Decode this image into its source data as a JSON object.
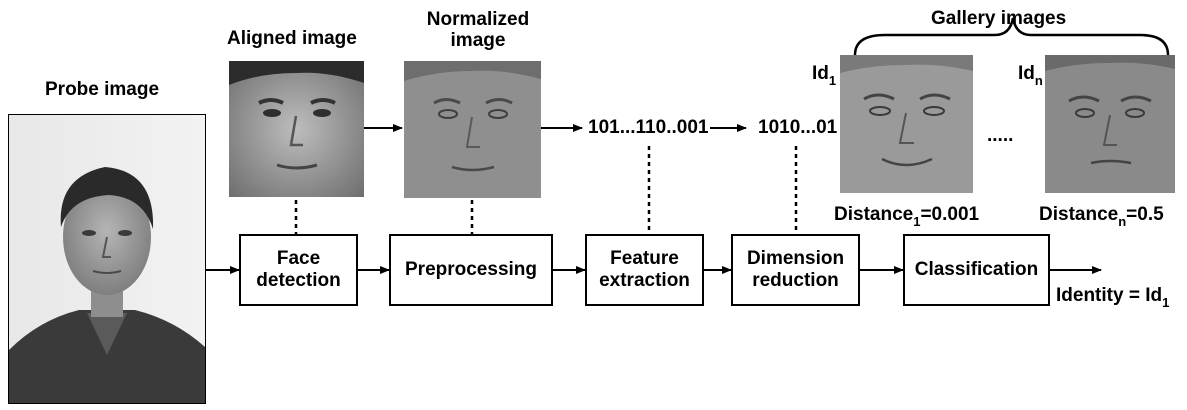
{
  "labels": {
    "probe": "Probe image",
    "aligned": "Aligned image",
    "normalized": "Normalized image",
    "gallery": "Gallery images",
    "code1": "101...110..001",
    "code2": "1010...01",
    "dots": ".....",
    "id1_base": "Id",
    "id1_sub": "1",
    "idn_base": "Id",
    "idn_sub": "n",
    "dist1_base": "Distance",
    "dist1_sub": "1",
    "dist1_value": "=0.001",
    "distn_base": "Distance",
    "distn_sub": "n",
    "distn_value": "=0.5",
    "identity_base": "Identity = Id",
    "identity_sub": "1"
  },
  "boxes": {
    "face_detection": "Face detection",
    "preprocessing": "Preprocessing",
    "feature_extraction": "Feature extraction",
    "dimension_reduction": "Dimension reduction",
    "classification": "Classification"
  }
}
